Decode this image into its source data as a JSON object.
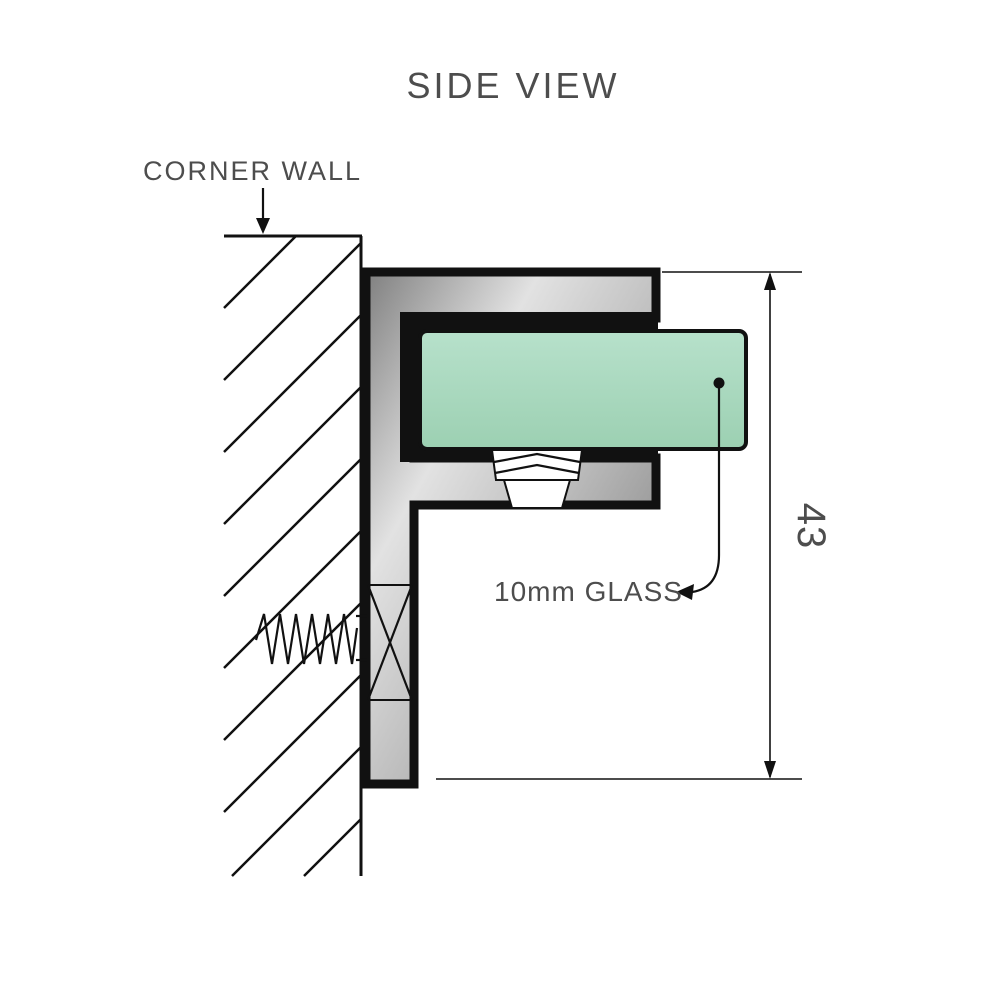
{
  "title": "SIDE VIEW",
  "labels": {
    "corner_wall": "CORNER WALL",
    "glass": "10mm GLASS",
    "dimension_value": "43"
  },
  "colors": {
    "line": "#111111",
    "text": "#4d4d4d",
    "glass_fill": "#a8d8bd",
    "metal_light": "#e0e0e0",
    "metal_dark": "#7f7f7f",
    "background": "#ffffff"
  }
}
